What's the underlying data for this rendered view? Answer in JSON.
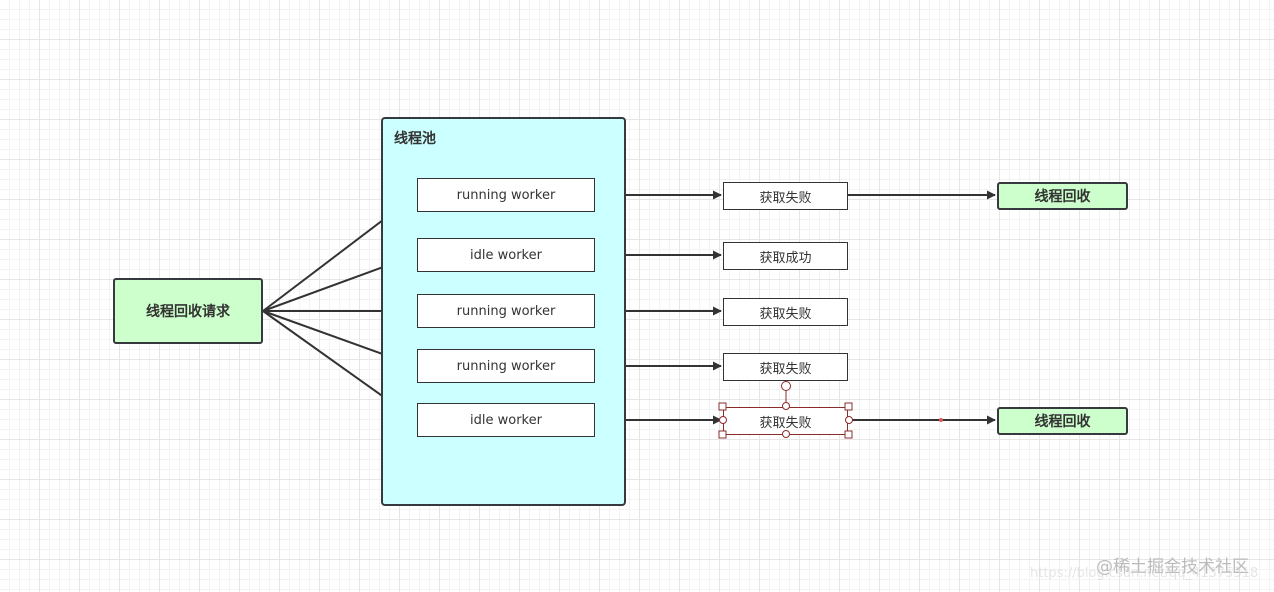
{
  "pool": {
    "title": "线程池"
  },
  "request": {
    "label": "线程回收请求"
  },
  "workers": [
    "running worker",
    "idle worker",
    "running worker",
    "running worker",
    "idle worker"
  ],
  "results": [
    "获取失败",
    "获取成功",
    "获取失败",
    "获取失败",
    "获取失败"
  ],
  "recycle": [
    "线程回收",
    "线程回收"
  ],
  "watermark": {
    "text": "@稀土掘金技术社区",
    "url": "https://blog.csdn.net/qq_41375318"
  },
  "colors": {
    "pool_fill": "#ccffff",
    "green_fill": "#ccffcc",
    "stroke": "#36393d",
    "selection": "#8b2c2c"
  }
}
